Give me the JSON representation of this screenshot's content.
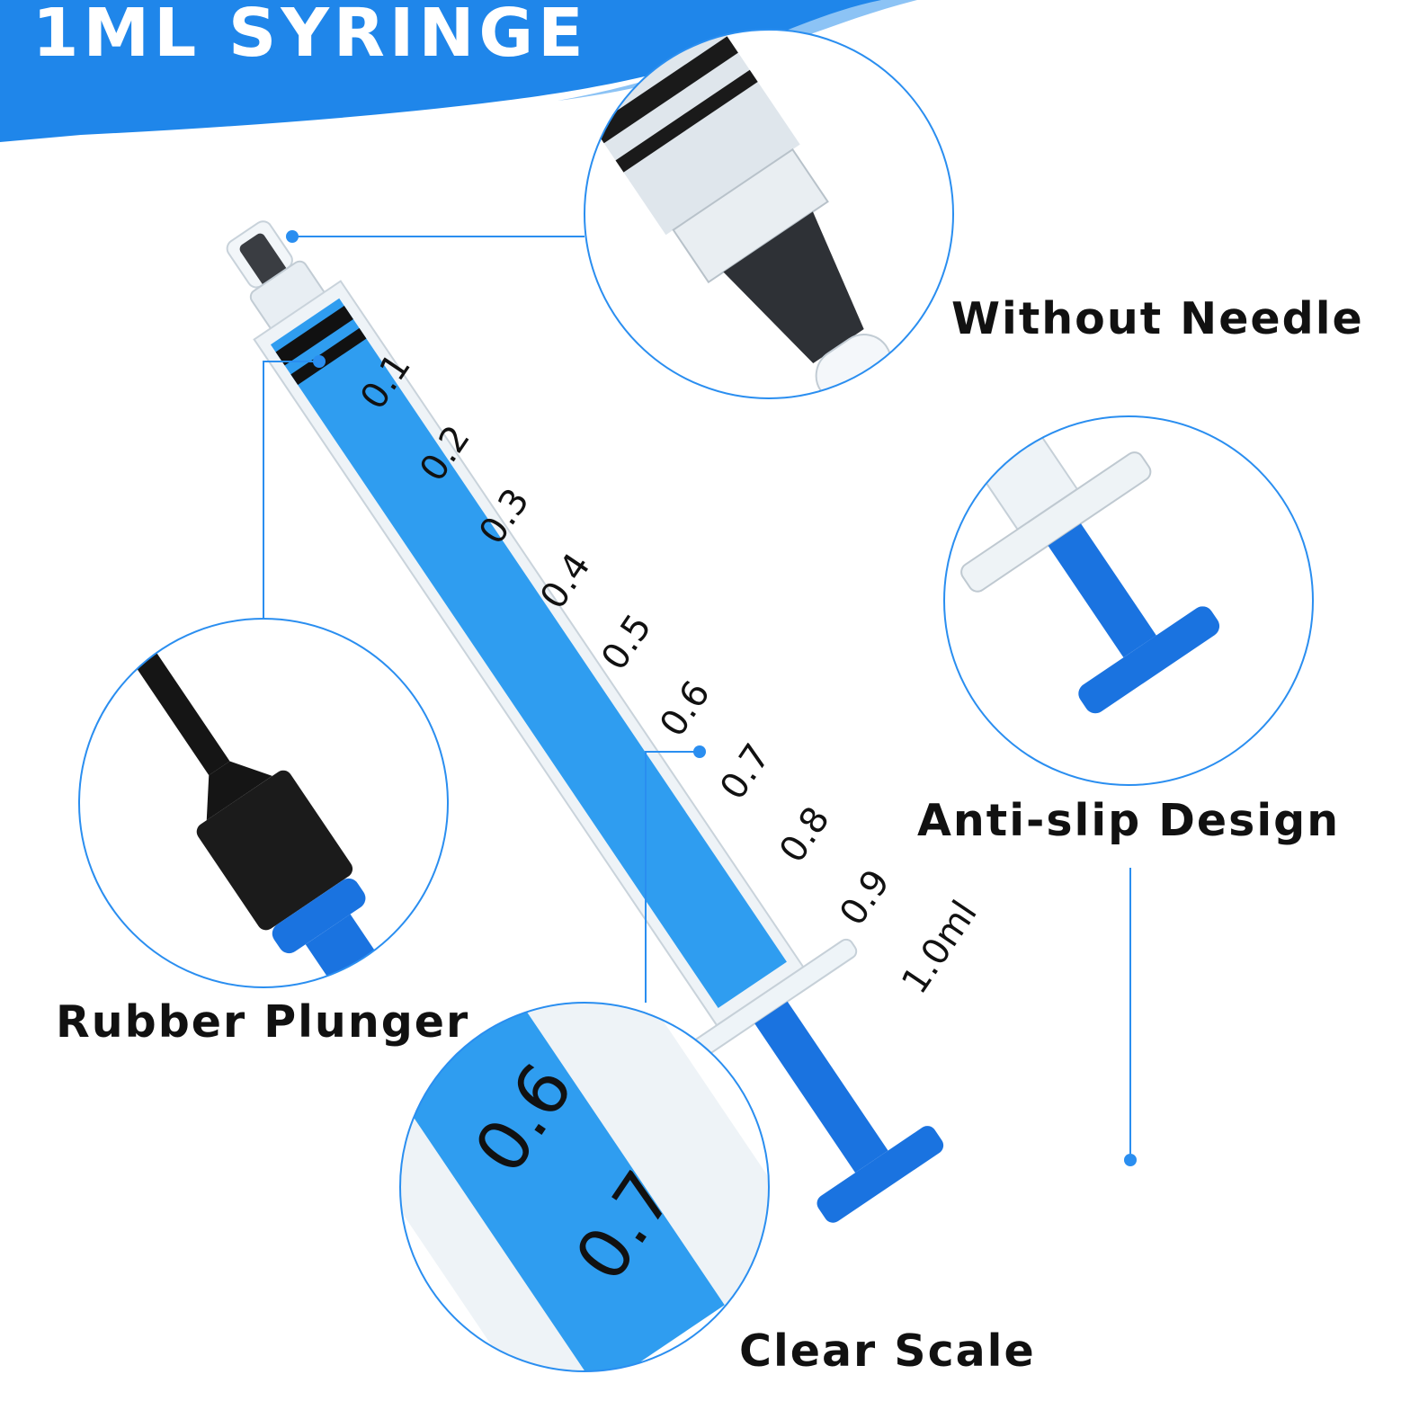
{
  "banner": {
    "title": "1ML SYRINGE",
    "color": "#1f86ea"
  },
  "callouts": {
    "without_needle": "Without Needle",
    "anti_slip": "Anti-slip Design",
    "rubber_plunger": "Rubber Plunger",
    "clear_scale": "Clear Scale"
  },
  "scale": {
    "marks": [
      "0.1",
      "0.2",
      "0.3",
      "0.4",
      "0.5",
      "0.6",
      "0.7",
      "0.8",
      "0.9",
      "1.0ml"
    ]
  },
  "zoom_scale": {
    "marks": [
      "0.6",
      "0.7"
    ]
  },
  "colors": {
    "accent": "#1f86ea",
    "plunger_blue": "#1a73e0",
    "fluid_blue": "#2f9df0",
    "rubber_black": "#111111",
    "barrel_clear": "#eef3f7"
  },
  "icons": [
    "callout-dot-icon"
  ]
}
